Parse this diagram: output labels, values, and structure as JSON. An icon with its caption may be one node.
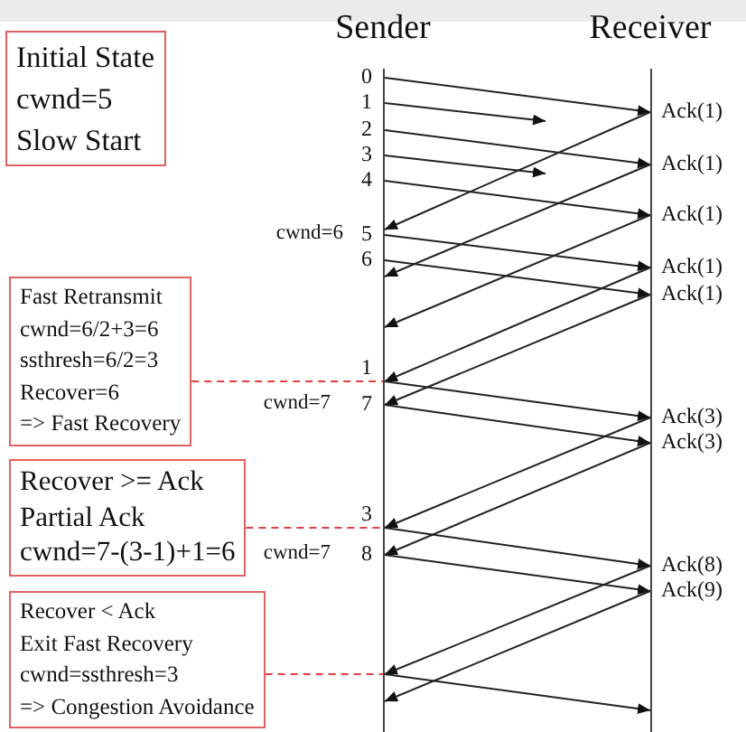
{
  "diagram": {
    "nodes": [
      {
        "text": [
          "Sender"
        ]
      },
      {
        "text": [
          "Receiver"
        ]
      },
      {
        "text": [
          "Initial State",
          "cwnd=5",
          "Slow Start"
        ]
      },
      {
        "text": [
          "Fast Retransmit",
          "cwnd=6/2+3=6",
          "ssthresh=6/2=3",
          "Recover=6",
          "=> Fast Recovery"
        ]
      },
      {
        "text": [
          "Recover >= Ack",
          "Partial Ack",
          "cwnd=7-(3-1)+1=6"
        ]
      },
      {
        "text": [
          "Recover < Ack",
          "Exit Fast Recovery",
          "cwnd=ssthresh=3",
          "=> Congestion Avoidance"
        ]
      }
    ],
    "edges": [
      {
        "from": 0,
        "to": 1,
        "arrow": "to"
      },
      {
        "from": 0,
        "to": null,
        "arrow": "to"
      },
      {
        "from": 0,
        "to": 1,
        "arrow": "to"
      },
      {
        "from": 0,
        "to": null,
        "arrow": "to"
      },
      {
        "from": 0,
        "to": 1,
        "arrow": "to"
      },
      {
        "from": 1,
        "to": 0,
        "arrow": "to"
      },
      {
        "from": 0,
        "to": 1,
        "arrow": "to"
      },
      {
        "from": 1,
        "to": 0,
        "arrow": "to"
      },
      {
        "from": 0,
        "to": 1,
        "arrow": "to"
      },
      {
        "from": 1,
        "to": 0,
        "arrow": "to"
      },
      {
        "from": 1,
        "to": 0,
        "arrow": "to"
      },
      {
        "from": 1,
        "to": 0,
        "arrow": "to"
      },
      {
        "from": 3,
        "to": 0,
        "arrow": "none",
        "style": "dashed",
        "color": "#e04040"
      },
      {
        "from": 0,
        "to": 1,
        "arrow": "to"
      },
      {
        "from": 0,
        "to": 1,
        "arrow": "to"
      },
      {
        "from": 1,
        "to": 0,
        "arrow": "to"
      },
      {
        "from": 1,
        "to": 0,
        "arrow": "to"
      },
      {
        "from": 4,
        "to": 0,
        "arrow": "none",
        "style": "dashed",
        "color": "#e04040"
      },
      {
        "from": 0,
        "to": 1,
        "arrow": "to"
      },
      {
        "from": 0,
        "to": 1,
        "arrow": "to"
      },
      {
        "from": 1,
        "to": 0,
        "arrow": "to"
      },
      {
        "from": 1,
        "to": 0,
        "arrow": "to"
      },
      {
        "from": 5,
        "to": 0,
        "arrow": "none",
        "style": "dashed",
        "color": "#e04040"
      },
      {
        "from": 0,
        "to": 1,
        "arrow": "to"
      }
    ],
    "labels": [
      "0",
      "1",
      "Ack(1)",
      "2",
      "3",
      "Ack(1)",
      "4",
      "Ack(1)",
      "cwnd=6",
      "5",
      "6",
      "Ack(1)",
      "Ack(1)",
      "1",
      "cwnd=7",
      "7",
      "Ack(3)",
      "Ack(3)",
      "3",
      "cwnd=7",
      "8",
      "Ack(8)",
      "Ack(9)"
    ]
  }
}
